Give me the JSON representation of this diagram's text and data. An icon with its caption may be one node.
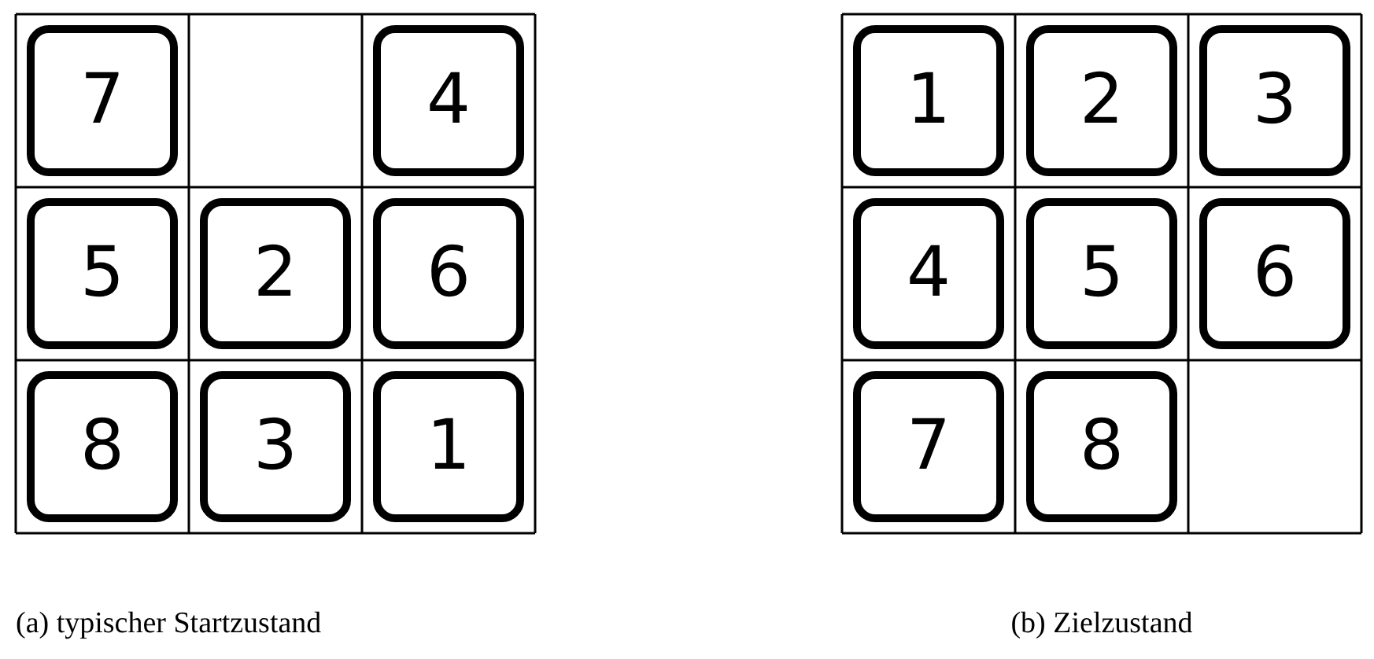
{
  "diagram": {
    "nodes": [
      {
        "text": [
          "7"
        ]
      },
      {
        "text": [
          "4"
        ]
      },
      {
        "text": [
          "5"
        ]
      },
      {
        "text": [
          "2"
        ]
      },
      {
        "text": [
          "6"
        ]
      },
      {
        "text": [
          "8"
        ]
      },
      {
        "text": [
          "3"
        ]
      },
      {
        "text": [
          "1"
        ]
      },
      {
        "text": [
          "1"
        ]
      },
      {
        "text": [
          "2"
        ]
      },
      {
        "text": [
          "3"
        ]
      },
      {
        "text": [
          "4"
        ]
      },
      {
        "text": [
          "5"
        ]
      },
      {
        "text": [
          "6"
        ]
      },
      {
        "text": [
          "7"
        ]
      },
      {
        "text": [
          "8"
        ]
      }
    ],
    "labels": [
      "(a) typischer Startzustand",
      "(b) Zielzustand"
    ]
  }
}
